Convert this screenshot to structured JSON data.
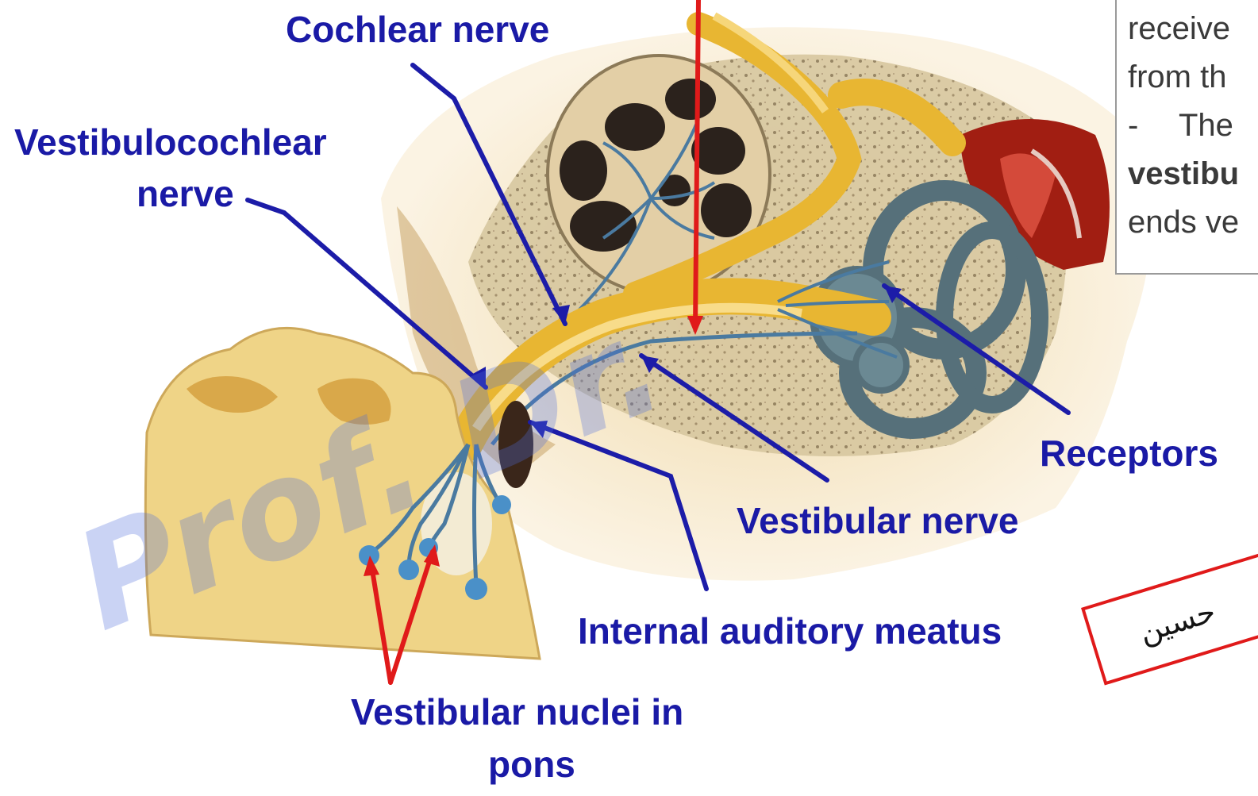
{
  "labels": {
    "cochlear_nerve": "Cochlear nerve",
    "vestibulocochlear_nerve_line1": "Vestibulocochlear",
    "vestibulocochlear_nerve_line2": "nerve",
    "receptors": "Receptors",
    "vestibular_nerve": "Vestibular nerve",
    "internal_auditory_meatus": "Internal auditory meatus",
    "vestibular_nuclei_line1": "Vestibular nuclei in",
    "vestibular_nuclei_line2": "pons"
  },
  "text_box": {
    "line1": "receive",
    "line2": "from th",
    "line3_dash": "-",
    "line3": "The",
    "line4": "vestibu",
    "line5": "ends ve"
  },
  "stamp_text": "حسين",
  "watermark_text": "Prof. Dr.",
  "colors": {
    "label_blue": "#1a1aa6",
    "pointer_blue": "#1c1ca8",
    "pointer_red": "#e01a1a",
    "nerve_yellow": "#e8b632",
    "bone": "#d9c08a",
    "labyrinth": "#56707a",
    "middle_ear_red": "#a11e12",
    "brainstem": "#efd487"
  }
}
